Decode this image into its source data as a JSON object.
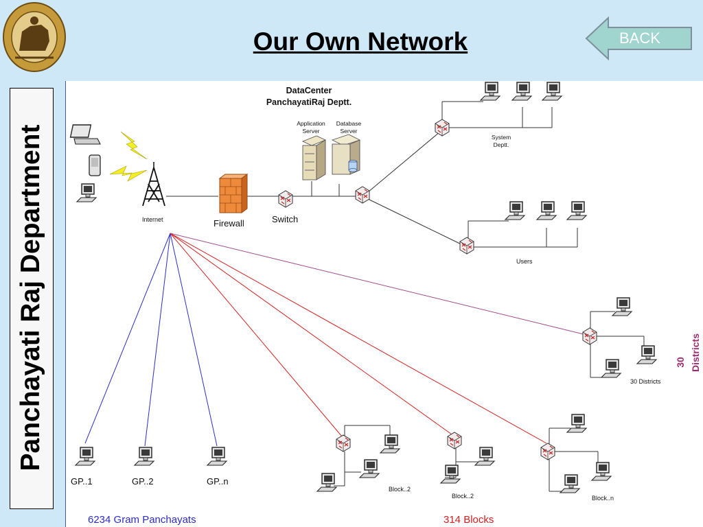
{
  "header": {
    "title": "Our Own Network",
    "back_label": "BACK",
    "emblem_icon": "odisha-emblem-icon"
  },
  "sidebar": {
    "title": "Panchayati Raj Department"
  },
  "diagram": {
    "datacenter": {
      "line1": "DataCenter",
      "line2": "PanchayatiRaj Deptt."
    },
    "app_server": {
      "line1": "Application",
      "line2": "Server"
    },
    "db_server": {
      "line1": "Database",
      "line2": "Server"
    },
    "internet_label": "Internet",
    "firewall_label": "Firewall",
    "switch_label": "Switch",
    "system_deptt": {
      "line1": "System",
      "line2": "Deptt."
    },
    "users_label": "Users",
    "districts_label": "30 Districts",
    "districts_side": {
      "line1": "30",
      "line2": "Districts"
    },
    "block_labels": [
      "Block..2",
      "Block..2",
      "Block..n"
    ],
    "gp_labels": [
      "GP..1",
      "GP..2",
      "GP..n"
    ],
    "footer_gp": "6234 Gram Panchayats",
    "footer_blocks": "314 Blocks",
    "colors": {
      "gp_links": "#2c2cc8",
      "block_links": "#d42020",
      "district_link": "#a04a8a",
      "accent_purple": "#9b2d6e"
    }
  }
}
